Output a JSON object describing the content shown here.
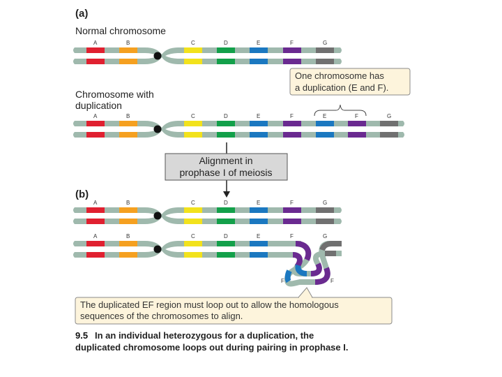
{
  "panel_a": {
    "label": "(a)",
    "normal_heading": "Normal chromosome",
    "dup_heading_line1": "Chromosome with",
    "dup_heading_line2": "duplication",
    "callout_line1": "One chromosome has",
    "callout_line2": "a duplication (E and F)."
  },
  "genes": {
    "A": "A",
    "B": "B",
    "C": "C",
    "D": "D",
    "E": "E",
    "F": "F",
    "G": "G"
  },
  "alignment_step": {
    "line1": "Alignment in",
    "line2": "prophase I of meiosis"
  },
  "panel_b": {
    "label": "(b)",
    "loop_label_left": "F",
    "loop_label_right": "F",
    "note_line1": "The duplicated EF region must loop out to allow the homologous",
    "note_line2": "sequences of the chromosomes to align."
  },
  "caption": {
    "number": "9.5",
    "line1": "In an individual heterozygous for a duplication, the",
    "line2": "duplicated chromosome loops out during pairing in prophase I."
  },
  "colors": {
    "chromosome": "#9fb9ad",
    "centromere": "#111111",
    "A": "#e02030",
    "B": "#f5a020",
    "C": "#f2e21c",
    "D": "#13a04a",
    "E": "#1b78c0",
    "F": "#6a2a90",
    "G": "#707070",
    "step_box": "#d8d8d8",
    "callout_bg": "#fdf4dc",
    "note_bg": "#fdf4dc"
  }
}
